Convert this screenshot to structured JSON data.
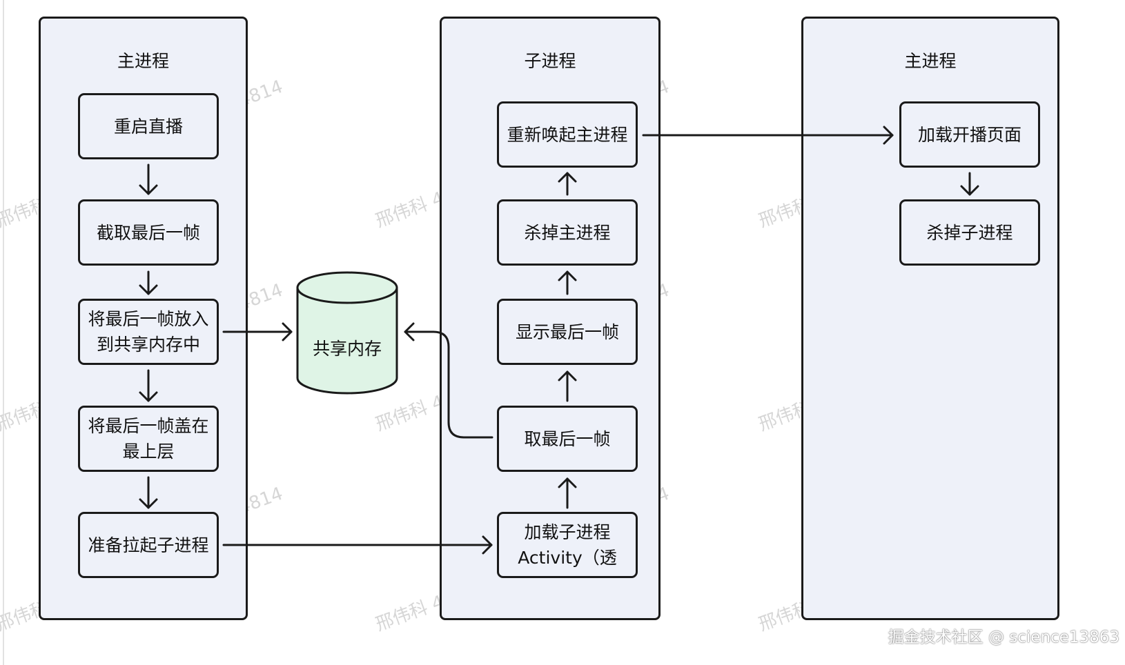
{
  "lanes": {
    "main1": {
      "title": "主进程"
    },
    "child": {
      "title": "子进程"
    },
    "main2": {
      "title": "主进程"
    }
  },
  "nodes": {
    "restart_live": "重启直播",
    "capture_last_frame": "截取最后一帧",
    "put_frame_shared_mem": "将最后一帧放入\n到共享内存中",
    "overlay_frame_top": "将最后一帧盖在\n最上层",
    "prepare_launch_child": "准备拉起子进程",
    "relaunch_main": "重新唤起主进程",
    "kill_main": "杀掉主进程",
    "show_last_frame": "显示最后一帧",
    "get_last_frame": "取最后一帧",
    "load_child_activity": "加载子进程\nActivity（透",
    "load_start_page": "加载开播页面",
    "kill_child": "杀掉子进程"
  },
  "datastore": {
    "label": "共享内存",
    "fill_color": "#dff4e6"
  },
  "watermark": "邢伟科 4814",
  "footer": "掘金技术社区 @ science13863",
  "colors": {
    "lane_fill": "#eef1f9",
    "stroke": "#1a1a1a"
  }
}
